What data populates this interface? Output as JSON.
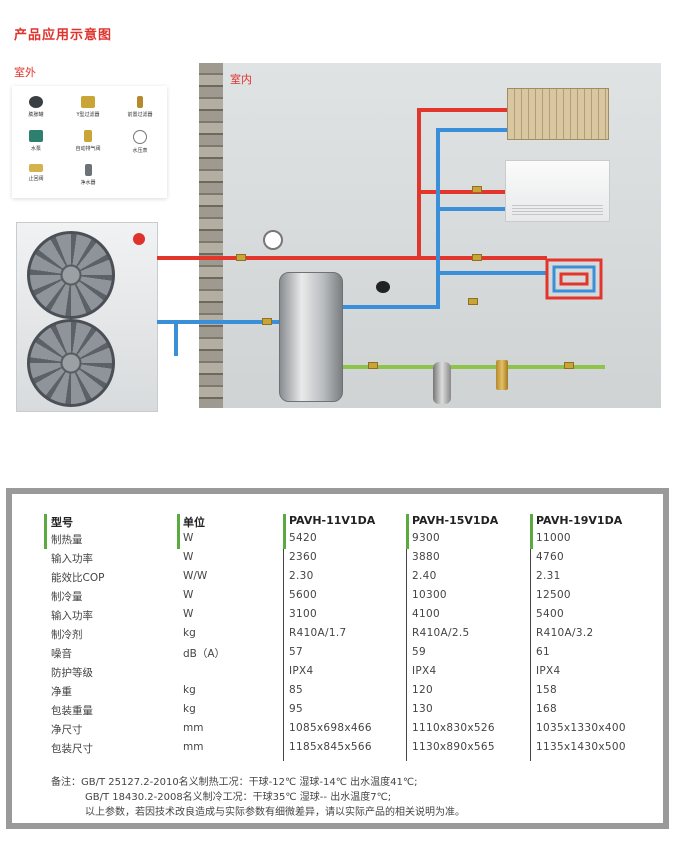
{
  "title": "产品应用示意图",
  "outdoor_label": "室外",
  "indoor_label": "室内",
  "legend": [
    {
      "label": "膨胀罐",
      "icon": "expansion-tank-icon"
    },
    {
      "label": "Y型过滤器",
      "icon": "y-filter-icon"
    },
    {
      "label": "前置过滤器",
      "icon": "pre-filter-icon"
    },
    {
      "label": "水泵",
      "icon": "water-pump-icon"
    },
    {
      "label": "自动排气阀",
      "icon": "air-vent-valve-icon"
    },
    {
      "label": "水压表",
      "icon": "pressure-gauge-icon"
    },
    {
      "label": "止回阀",
      "icon": "check-valve-icon"
    },
    {
      "label": "净水器",
      "icon": "water-purifier-icon"
    }
  ],
  "table": {
    "headers": [
      "型号",
      "单位",
      "PAVH-11V1DA",
      "PAVH-15V1DA",
      "PAVH-19V1DA"
    ],
    "rows": [
      [
        "制热量",
        "W",
        "5420",
        "9300",
        "11000"
      ],
      [
        "输入功率",
        "W",
        "2360",
        "3880",
        "4760"
      ],
      [
        "能效比COP",
        "W/W",
        "2.30",
        "2.40",
        "2.31"
      ],
      [
        "制冷量",
        "W",
        "5600",
        "10300",
        "12500"
      ],
      [
        "输入功率",
        "W",
        "3100",
        "4100",
        "5400"
      ],
      [
        "制冷剂",
        "kg",
        "R410A/1.7",
        "R410A/2.5",
        "R410A/3.2"
      ],
      [
        "噪音",
        "dB（A）",
        "57",
        "59",
        "61"
      ],
      [
        "防护等级",
        "",
        "IPX4",
        "IPX4",
        "IPX4"
      ],
      [
        "净重",
        "kg",
        "85",
        "120",
        "158"
      ],
      [
        "包装重量",
        "kg",
        "95",
        "130",
        "168"
      ],
      [
        "净尺寸",
        "mm",
        "1085x698x466",
        "1110x830x526",
        "1035x1330x400"
      ],
      [
        "包装尺寸",
        "mm",
        "1185x845x566",
        "1130x890x565",
        "1135x1430x500"
      ]
    ]
  },
  "notes": [
    "备注：GB/T 25127.2-2010名义制热工况：干球-12℃ 湿球-14℃ 出水温度41℃;",
    "GB/T 18430.2-2008名义制冷工况：干球35℃ 湿球--  出水温度7℃;",
    "以上参数，若因技术改良造成与实际参数有细微差异，请以实际产品的相关说明为准。"
  ],
  "colors": {
    "accent": "#e0322c",
    "table_bar": "#5aa941",
    "hot_pipe": "#e2352c",
    "cold_pipe": "#3b8fd9",
    "water_pipe": "#8fc34a"
  }
}
